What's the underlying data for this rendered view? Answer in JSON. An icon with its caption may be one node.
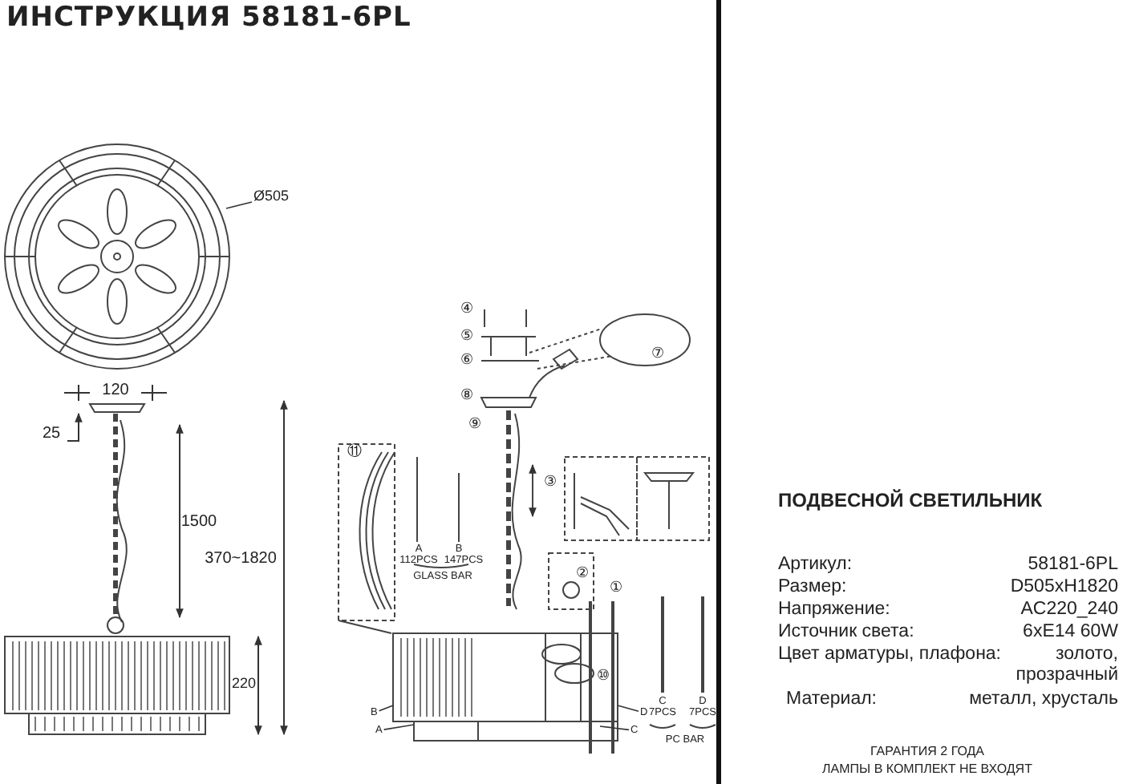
{
  "diagram": {
    "title": "ИНСТРУКЦИЯ 58181-6PL",
    "nodes": [
      {
        "text": [
          "Ø505"
        ]
      },
      {
        "text": [
          "B"
        ]
      },
      {
        "text": [
          "A"
        ]
      },
      {
        "text": [
          "C"
        ]
      },
      {
        "text": [
          "D"
        ]
      }
    ],
    "edges": [
      {
        "from": 0,
        "to": null,
        "arrow": "none"
      },
      {
        "from": 1,
        "to": null,
        "arrow": "none"
      },
      {
        "from": 2,
        "to": null,
        "arrow": "none"
      },
      {
        "from": 3,
        "to": null,
        "arrow": "none"
      },
      {
        "from": 4,
        "to": null,
        "arrow": "none"
      }
    ],
    "labels": [
      "120",
      "25",
      "1500",
      "370~1820",
      "220",
      "④",
      "⑤",
      "⑥",
      "⑧",
      "⑨",
      "⑦",
      "③",
      "⑪",
      "②",
      "①",
      "⑩",
      "A",
      "112PCS",
      "B",
      "147PCS",
      "GLASS BAR",
      "C",
      "7PCS",
      "D",
      "7PCS",
      "PC BAR",
      "ПОДВЕСНОЙ СВЕТИЛЬНИК",
      "Артикул:",
      "58181-6PL",
      "Размер:",
      "D505xH1820",
      "Напряжение:",
      "AC220_240",
      "Источник света:",
      "6xE14 60W",
      "Цвет арматуры, плафона:",
      "золото, прозрачный",
      "Материал:",
      "металл, хрусталь",
      "ГАРАНТИЯ 2 ГОДА",
      "ЛАМПЫ В КОМПЛЕКТ НЕ ВХОДЯТ"
    ]
  }
}
